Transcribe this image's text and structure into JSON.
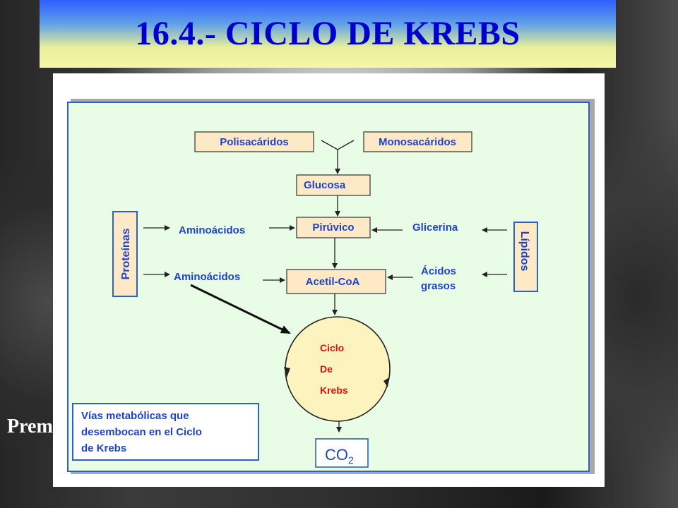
{
  "slide": {
    "title": "16.4.- CICLO DE KREBS",
    "side_text": "Premios"
  },
  "diagram": {
    "boxes": {
      "polisacaridos": "Polisacáridos",
      "monosacaridos": "Monosacáridos",
      "glucosa": "Glucosa",
      "piruvico": "Pirúvico",
      "acetil_coa": "Acetil-CoA",
      "proteinas": "Proteínas",
      "lipidos": "Lípidos"
    },
    "labels": {
      "aminoacidos_1": "Aminoácidos",
      "aminoacidos_2": "Aminoácidos",
      "glicerina": "Glicerina",
      "acidos": "Ácidos",
      "grasos": "grasos"
    },
    "cycle": {
      "line1": "Ciclo",
      "line2": "De",
      "line3": "Krebs"
    },
    "caption": {
      "line1": "Vías metabólicas que",
      "line2": "desembocan en el Ciclo",
      "line3": "de Krebs"
    },
    "product": {
      "base": "CO",
      "subscript": "2"
    },
    "colors": {
      "label_blue": "#1f43c8",
      "cycle_red": "#e01010",
      "box_fill": "#fde9c6",
      "panel_fill": "#e9fce6",
      "circle_fill": "#fdf3bf"
    }
  }
}
